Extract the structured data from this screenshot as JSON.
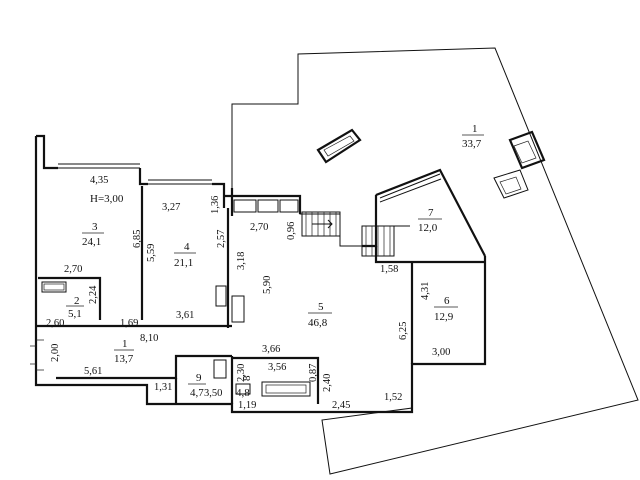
{
  "height_label": "H=3,00",
  "rooms": [
    {
      "id": "terrace",
      "number": "1",
      "area": "33,7"
    },
    {
      "id": "room-3",
      "number": "3",
      "area": "24,1"
    },
    {
      "id": "room-4",
      "number": "4",
      "area": "21,1"
    },
    {
      "id": "room-2",
      "number": "2",
      "area": "5,1"
    },
    {
      "id": "room-1",
      "number": "1",
      "area": "13,7"
    },
    {
      "id": "room-5",
      "number": "5",
      "area": "46,8"
    },
    {
      "id": "room-7",
      "number": "7",
      "area": "12,0"
    },
    {
      "id": "room-6",
      "number": "6",
      "area": "12,9"
    },
    {
      "id": "room-9",
      "number": "9",
      "area": "4,7"
    },
    {
      "id": "room-8",
      "number": "8",
      "area": "4,8"
    }
  ],
  "dimensions": [
    "4,35",
    "6,85",
    "5,59",
    "3,27",
    "1,36",
    "2,70",
    "0,96",
    "2,57",
    "3,18",
    "5,90",
    "2,70",
    "2,24",
    "2,60",
    "1,69",
    "8,10",
    "3,61",
    "1,58",
    "4,31",
    "6,25",
    "3,00",
    "2,00",
    "5,61",
    "3,66",
    "3,56",
    "2,30",
    "0,87",
    "2,40",
    "1,31",
    "3,50",
    "1,19",
    "2,45",
    "1,52"
  ]
}
